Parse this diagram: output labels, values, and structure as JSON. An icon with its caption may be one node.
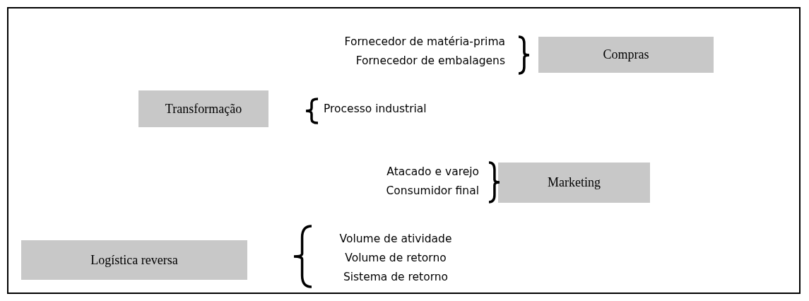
{
  "diagram": {
    "nodes": [
      {
        "text": [
          "Compras"
        ],
        "beside": [
          "Fornecedor de matéria-prima",
          "Fornecedor de embalagens"
        ]
      },
      {
        "text": [
          "Transformação"
        ]
      },
      {
        "text": [
          "Marketing"
        ],
        "beside": [
          "Atacado e varejo",
          "Consumidor final"
        ]
      },
      {
        "text": [
          "Logística reversa"
        ],
        "beside": [
          "Volume de atividade",
          "Volume de retorno",
          "Sistema de retorno"
        ]
      }
    ],
    "labels": [
      "Processo industrial"
    ]
  }
}
